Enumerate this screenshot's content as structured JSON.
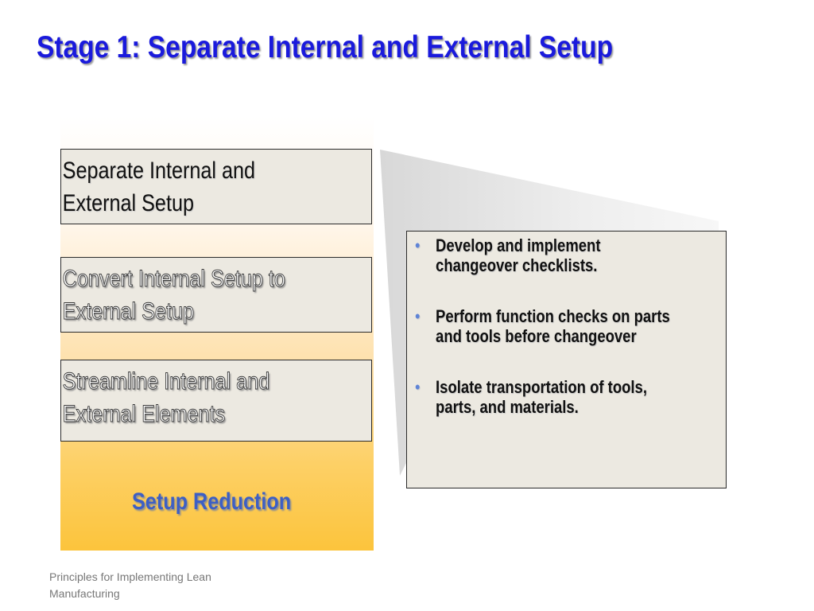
{
  "slide": {
    "title": "Stage 1: Separate Internal and External Setup",
    "stages": [
      {
        "label": "Separate Internal and\nExternal Setup"
      },
      {
        "label": "Convert Internal Setup to\n External Setup"
      },
      {
        "label": "Streamline Internal and\n External Elements"
      }
    ],
    "base_label": "Setup Reduction",
    "details": [
      {
        "text": "Develop and implement\nchangeover checklists."
      },
      {
        "text": "Perform function checks on parts\nand tools before changeover"
      },
      {
        "text": "Isolate transportation of tools,\nparts, and materials."
      }
    ],
    "bullet_symbol": "•",
    "footer": "  Principles for Implementing Lean\nManufacturing",
    "colors": {
      "title": "#1a1adc",
      "base_label": "#3d5fc4",
      "bullet": "#5f84d6",
      "box_fill": "#ece9e1"
    }
  }
}
